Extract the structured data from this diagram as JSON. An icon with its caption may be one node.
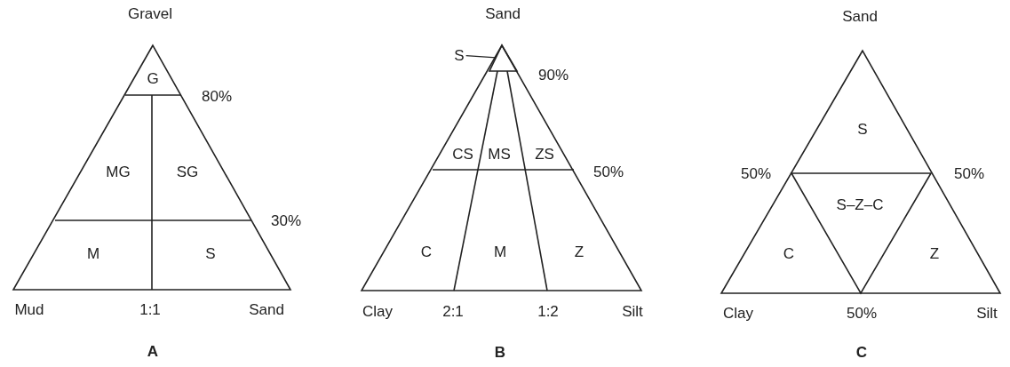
{
  "diagram": {
    "nodes": [
      {
        "text": [
          "S"
        ]
      },
      {
        "text": [],
        "shape": "triangle"
      }
    ],
    "edges": [
      {
        "from": 0,
        "to": 1,
        "arrow": "none"
      }
    ],
    "labels": [
      "Gravel",
      "G",
      "80%",
      "MG",
      "SG",
      "30%",
      "M",
      "S",
      "Mud",
      "1:1",
      "Sand",
      "A",
      "Sand",
      "90%",
      "CS",
      "MS",
      "ZS",
      "50%",
      "C",
      "M",
      "Z",
      "Clay",
      "2:1",
      "1:2",
      "Silt",
      "B",
      "Sand",
      "S",
      "50%",
      "50%",
      "S–Z–C",
      "C",
      "Z",
      "Clay",
      "50%",
      "Silt",
      "C"
    ]
  }
}
